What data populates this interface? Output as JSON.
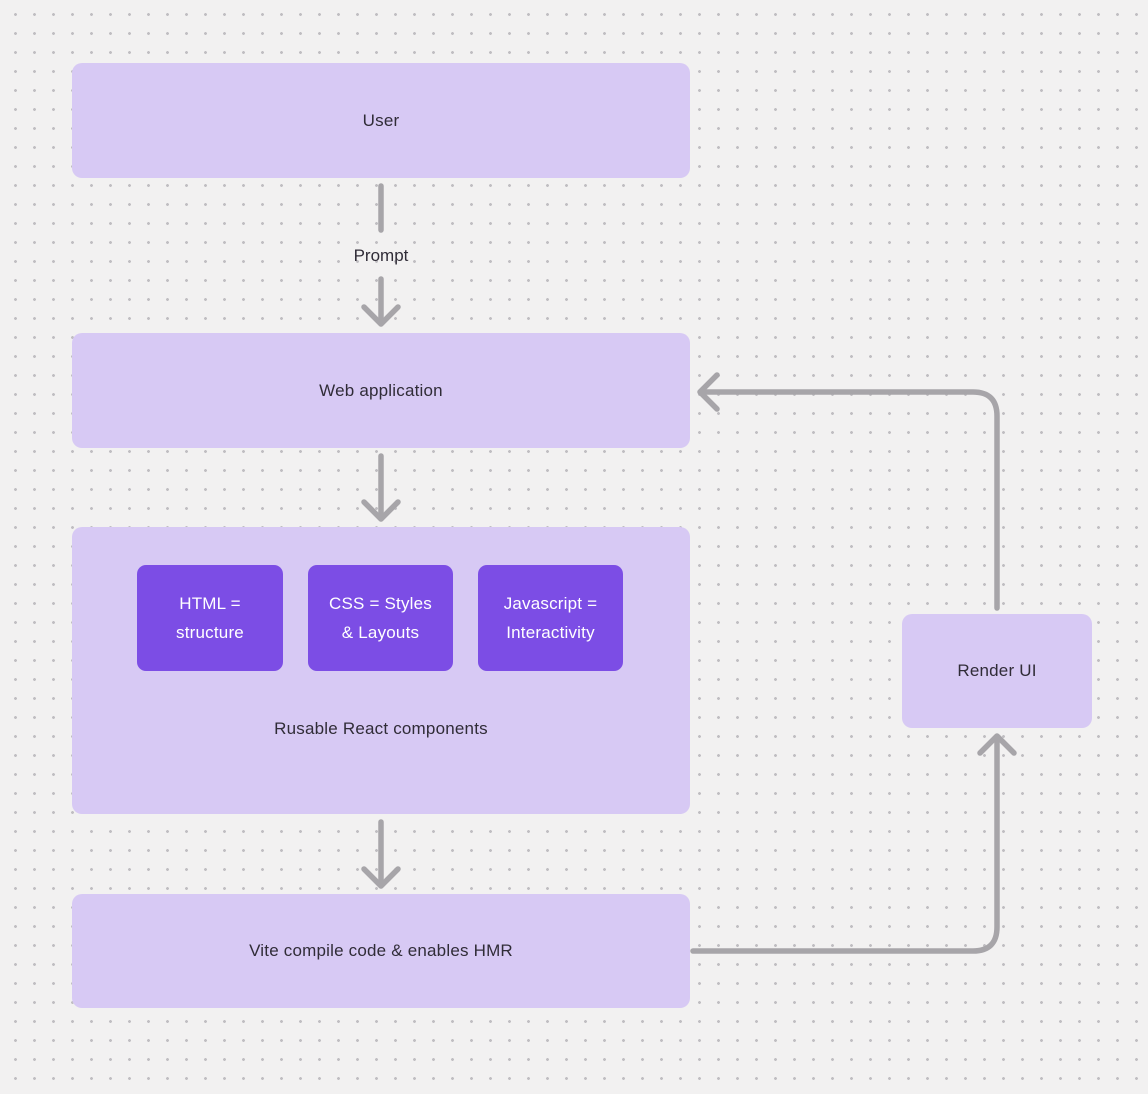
{
  "diagram": {
    "nodes": {
      "user": {
        "label": "User"
      },
      "web_application": {
        "label": "Web application"
      },
      "components_group": {
        "label": "Rusable React components",
        "children": [
          {
            "label": "HTML =\nstructure"
          },
          {
            "label": "CSS = Styles\n& Layouts"
          },
          {
            "label": "Javascript =\nInteractivity"
          }
        ]
      },
      "vite": {
        "label": "Vite compile code & enables HMR"
      },
      "render_ui": {
        "label": "Render UI"
      }
    },
    "edges": [
      {
        "from": "user",
        "to": "web_application",
        "label": "Prompt"
      },
      {
        "from": "web_application",
        "to": "components_group",
        "label": ""
      },
      {
        "from": "components_group",
        "to": "vite",
        "label": ""
      },
      {
        "from": "vite",
        "to": "render_ui",
        "label": ""
      },
      {
        "from": "render_ui",
        "to": "web_application",
        "label": ""
      }
    ],
    "colors": {
      "background": "#f2f1f1",
      "dot": "#c0bec2",
      "node_fill": "#d7c9f4",
      "node_text": "#302c37",
      "child_fill": "#7c4de5",
      "child_text": "#ffffff",
      "connector": "#a7a5a9"
    }
  }
}
